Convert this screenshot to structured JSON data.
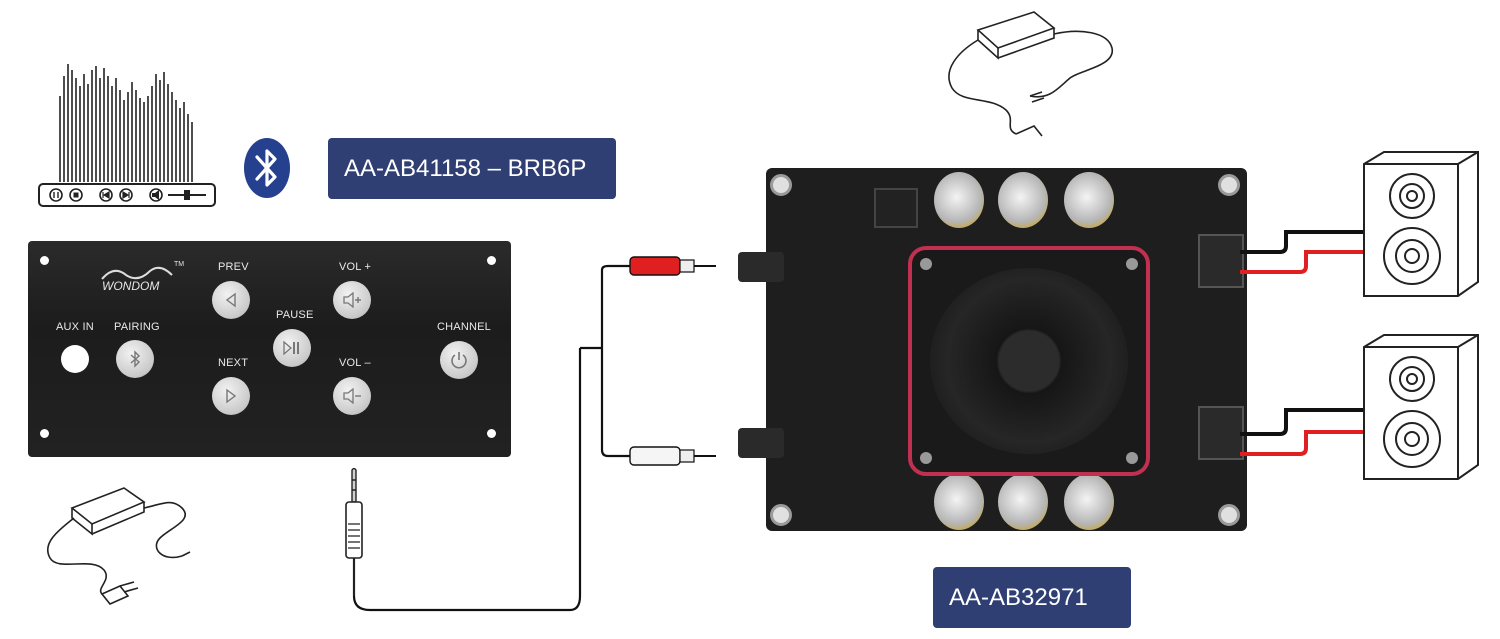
{
  "labels": {
    "bluetooth_module": "AA-AB41158 – BRB6P",
    "amplifier_board": "AA-AB32971"
  },
  "panel": {
    "brand": "WONDOM",
    "trademark": "TM",
    "aux_in": "AUX IN",
    "pairing": "PAIRING",
    "prev": "PREV",
    "next": "NEXT",
    "pause": "PAUSE",
    "vol_up": "VOL +",
    "vol_down": "VOL –",
    "channel": "CHANNEL"
  },
  "colors": {
    "label_bg": "#2f3f74",
    "panel": "#222222",
    "board": "#1e1e1e",
    "wire_red": "#e02020",
    "wire_black": "#111111",
    "bluetooth": "#24408e"
  },
  "icons": [
    "equalizer-icon",
    "bluetooth-icon",
    "power-adapter-icon",
    "rca-cable-icon",
    "aux-plug-icon",
    "speaker-icon",
    "cooling-fan-icon"
  ]
}
